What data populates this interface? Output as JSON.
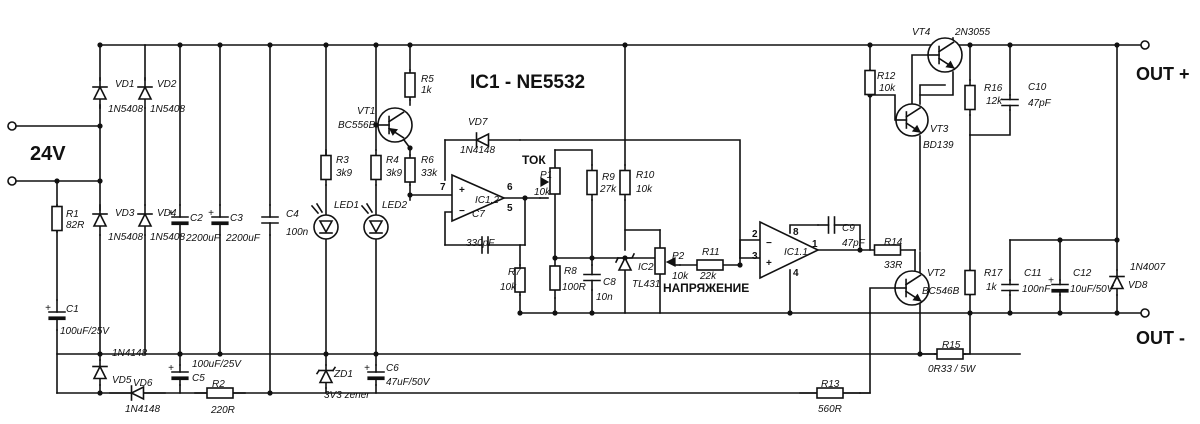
{
  "title": "IC1 - NE5532",
  "input_label": "24V",
  "out_plus": "OUT +",
  "out_minus": "OUT -",
  "tok": "ТОК",
  "napr": "НАПРЯЖЕНИЕ",
  "c": {
    "VD1": [
      "VD1",
      "1N5408"
    ],
    "VD2": [
      "VD2",
      "1N5408"
    ],
    "VD3": [
      "VD3",
      "1N5408"
    ],
    "VD4": [
      "VD4",
      "1N5408"
    ],
    "VD5": [
      "1N4148",
      "VD5"
    ],
    "VD6": [
      "VD6",
      "1N4148"
    ],
    "VD7": [
      "VD7",
      "1N4148"
    ],
    "VD8": [
      "1N4007",
      "VD8"
    ],
    "R1": [
      "R1",
      "82R"
    ],
    "R2": [
      "R2",
      "220R"
    ],
    "R3": [
      "R3",
      "3k9"
    ],
    "R4": [
      "R4",
      "3k9"
    ],
    "R5": [
      "R5",
      "1k"
    ],
    "R6": [
      "R6",
      "33k"
    ],
    "R7": [
      "R7",
      "10k"
    ],
    "R8": [
      "R8",
      "100R"
    ],
    "R9": [
      "R9",
      "27k"
    ],
    "R10": [
      "R10",
      "10k"
    ],
    "R11": [
      "R11",
      "22k"
    ],
    "R12": [
      "R12",
      "10k"
    ],
    "R13": [
      "R13",
      "560R"
    ],
    "R14": [
      "R14",
      "33R"
    ],
    "R15": [
      "R15",
      "0R33 / 5W"
    ],
    "R16": [
      "R16",
      "12k"
    ],
    "R17": [
      "R17",
      "1k"
    ],
    "C1": [
      "C1",
      "100uF/25V"
    ],
    "C2": [
      "C2",
      "2200uF"
    ],
    "C3": [
      "C3",
      "2200uF"
    ],
    "C4": [
      "C4",
      "100n"
    ],
    "C5": [
      "100uF/25V",
      "C5"
    ],
    "C6": [
      "C6",
      "47uF/50V"
    ],
    "C7": [
      "C7",
      "330pF"
    ],
    "C8": [
      "C8",
      "10n"
    ],
    "C9": [
      "C9",
      "47pF"
    ],
    "C10": [
      "C10",
      "47pF"
    ],
    "C11": [
      "C11",
      "100nF"
    ],
    "C12": [
      "C12",
      "10uF/50V"
    ],
    "P1": [
      "P1",
      "10k"
    ],
    "P2": [
      "P2",
      "10k"
    ],
    "VT1": [
      "VT1",
      "BC556B"
    ],
    "VT2": [
      "VT2",
      "BC546B"
    ],
    "VT3": [
      "VT3",
      "BD139"
    ],
    "VT4": [
      "VT4",
      "2N3055"
    ],
    "LED1": [
      "LED1"
    ],
    "LED2": [
      "LED2"
    ],
    "ZD1": [
      "ZD1",
      "3V3 zener"
    ],
    "IC2": [
      "IC2",
      "TL431"
    ],
    "IC12": [
      "IC1.2"
    ],
    "IC11": [
      "IC1.1"
    ]
  },
  "pins": {
    "ic12_out": "5",
    "ic12_in_p": "7",
    "ic12_in_n": "6",
    "ic11_in_n": "2",
    "ic11_in_p": "3",
    "ic11_out": "1",
    "ic11_vcc": "8",
    "ic11_gnd": "4"
  }
}
